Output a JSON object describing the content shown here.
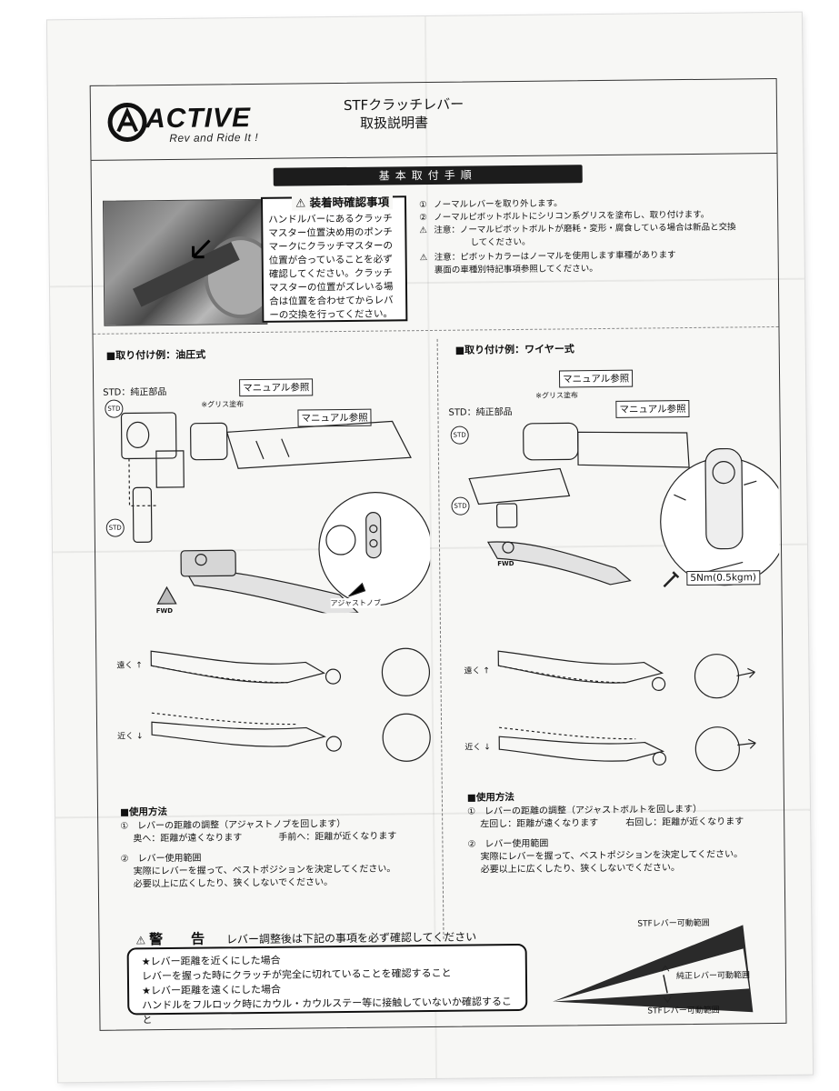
{
  "brand": {
    "name": "ACTIVE",
    "tagline": "Rev and Ride It !"
  },
  "doc_title": {
    "line1": "STFクラッチレバー",
    "line2": "取扱説明書"
  },
  "section_title": "基本取付手順",
  "notice": {
    "title": "装着時確認事項",
    "body": "ハンドルバーにあるクラッチマスター位置決め用のポンチマークにクラッチマスターの位置が合っていることを必ず確認してください。クラッチマスターの位置がズレいる場合は位置を合わせてからレバーの交換を行ってください。"
  },
  "steps": {
    "s1_num": "①",
    "s1": "ノーマルレバーを取り外します。",
    "s2_num": "②",
    "s2": "ノーマルピボットボルトにシリコン系グリスを塗布し、取り付けます。",
    "caution1": "注意：ノーマルピボットボルトが磨耗・変形・腐食している場合は新品と交換",
    "caution1b": "してください。",
    "caution2": "注意：ピボットカラーはノーマルを使用します車種があります",
    "caution2b": "裏面の車種別特記事項参照してください。"
  },
  "left_example": {
    "title": "■取り付け例：油圧式",
    "std_label": "STD：純正部品",
    "ref1": "マニュアル参照",
    "grease": "※グリス塗布",
    "ref2": "マニュアル参照",
    "std": "STD",
    "adjust": "アジャストノブ",
    "fwd": "FWD"
  },
  "right_example": {
    "title": "■取り付け例：ワイヤー式",
    "std_label": "STD：純正部品",
    "ref1": "マニュアル参照",
    "grease": "※グリス塗布",
    "ref2": "マニュアル参照",
    "std": "STD",
    "torque": "5Nm(0.5kgm)",
    "fwd": "FWD"
  },
  "lever_labels": {
    "far": "遠く",
    "near": "近く"
  },
  "left_usage": {
    "head": "■使用方法",
    "a": "①　レバーの距離の調整（アジャストノブを回します）",
    "a1": "奥へ：距離が遠くなります　　　　手前へ：距離が近くなります",
    "b": "②　レバー使用範囲",
    "b1": "実際にレバーを握って、ベストポジションを決定してください。",
    "b2": "必要以上に広くしたり、狭くしないでください。"
  },
  "right_usage": {
    "head": "■使用方法",
    "a": "①　レバーの距離の調整（アジャストボルトを回します）",
    "a1": "左回し：距離が遠くなります　　　右回し：距離が近くなります",
    "b": "②　レバー使用範囲",
    "b1": "実際にレバーを握って、ベストポジションを決定してください。",
    "b2": "必要以上に広くしたり、狭くしないでください。"
  },
  "warning": {
    "title": "警　告",
    "subtitle": "レバー調整後は下記の事項を必ず確認してください",
    "l1": "★レバー距離を近くにした場合",
    "l2": "レバーを握った時にクラッチが完全に切れていることを確認すること",
    "l3": "★レバー距離を遠くにした場合",
    "l4": "ハンドルをフルロック時にカウル・カウルステー等に接触していないか確認すること"
  },
  "range": {
    "top": "STFレバー可動範囲",
    "mid": "純正レバー可動範囲",
    "bottom": "STFレバー可動範囲"
  },
  "icons": [
    "active-logo-icon",
    "warning-triangle-icon",
    "arrow-icon",
    "bolt-icon"
  ]
}
